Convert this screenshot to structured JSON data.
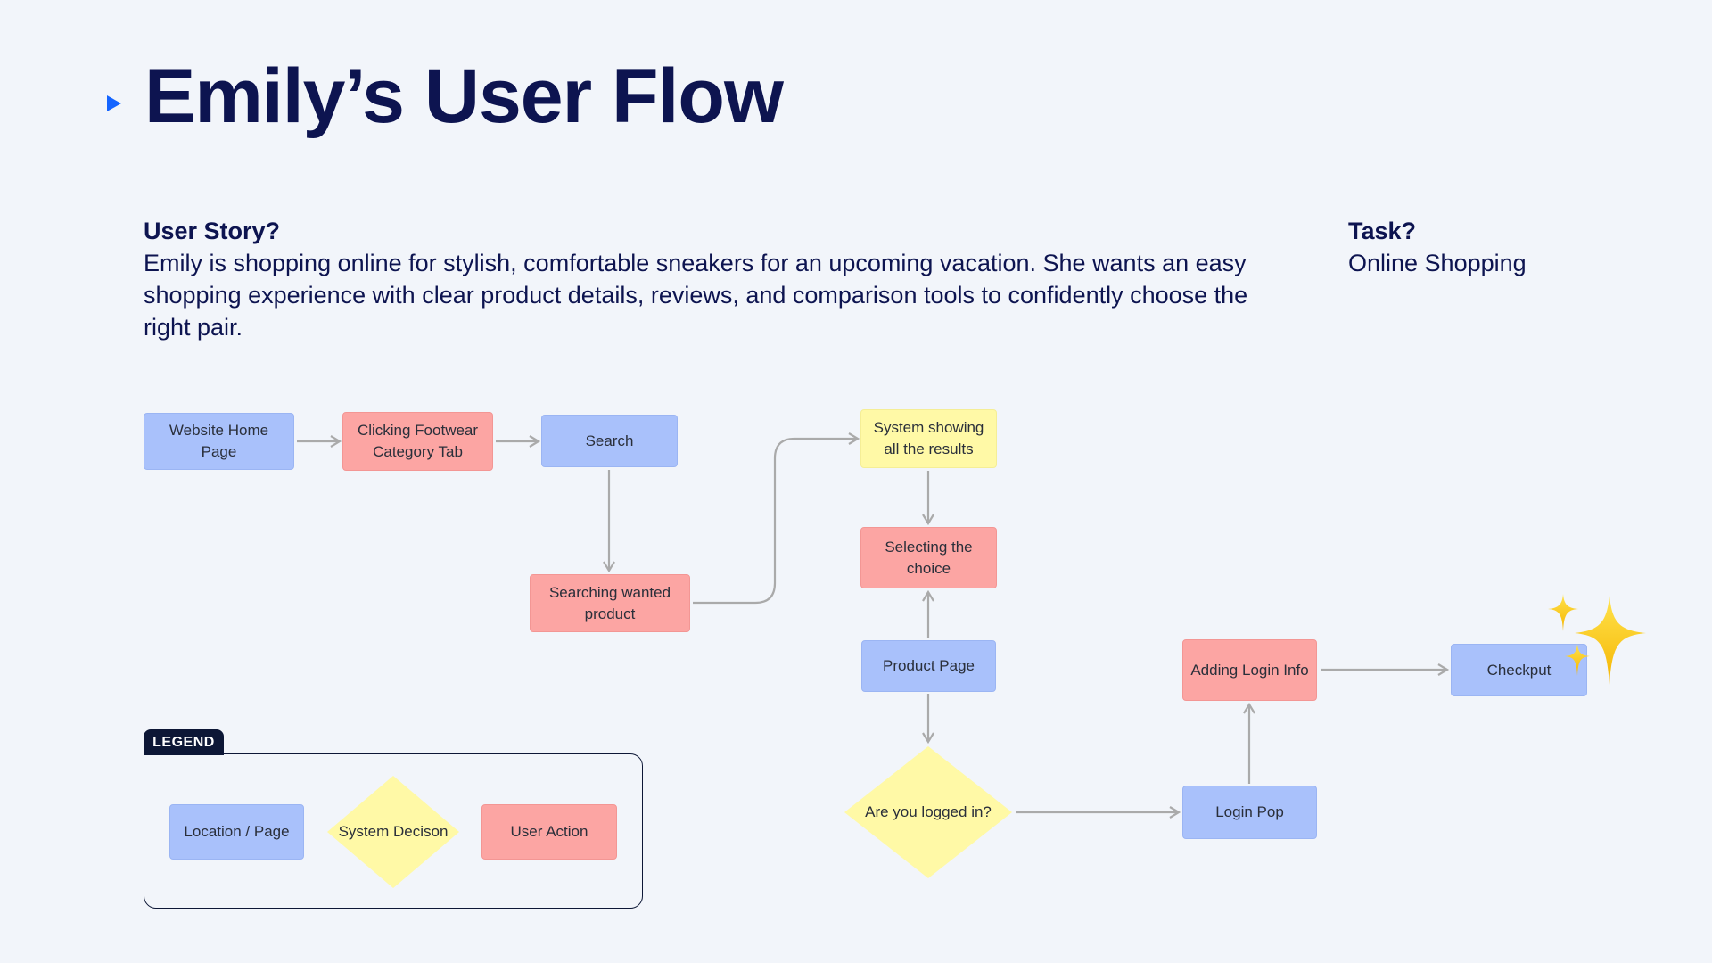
{
  "header": {
    "title": "Emily’s User Flow"
  },
  "user_story": {
    "label": "User Story?",
    "text": "Emily is shopping online for stylish, comfortable sneakers for an upcoming vacation. She wants an easy shopping experience with clear product details, reviews, and comparison tools to confidently choose the right pair."
  },
  "task": {
    "label": "Task?",
    "text": "Online Shopping"
  },
  "flow": {
    "nodes": {
      "home": "Website Home Page",
      "footwear": "Clicking Footwear Category Tab",
      "search": "Search",
      "searching": "Searching wanted product",
      "results": "System showing all the results",
      "selecting": "Selecting the choice",
      "product": "Product Page",
      "logged_in": "Are you logged in?",
      "login_pop": "Login Pop",
      "login_info": "Adding Login Info",
      "checkout": "Checkput"
    }
  },
  "legend": {
    "title": "LEGEND",
    "location": "Location / Page",
    "decision": "System Decison",
    "action": "User Action"
  },
  "colors": {
    "location": "#a9c1fb",
    "decision": "#fff9a6",
    "action": "#fca5a3",
    "title": "#0d1450",
    "accent": "#1565ff"
  }
}
